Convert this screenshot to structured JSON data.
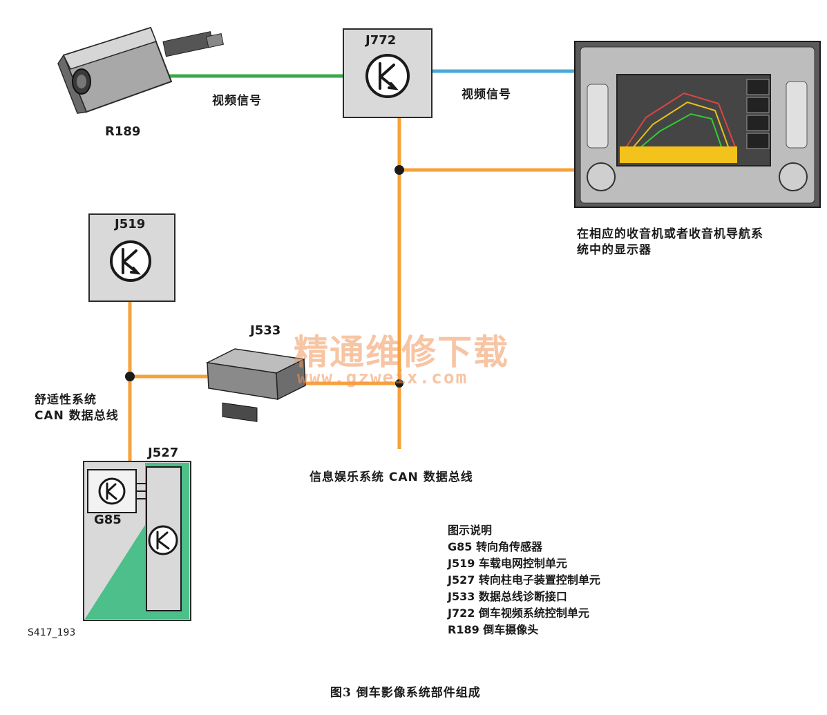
{
  "components": {
    "camera": {
      "code": "R189"
    },
    "video_control": {
      "code": "J772"
    },
    "grid_control": {
      "code": "J519"
    },
    "gateway": {
      "code": "J533"
    },
    "column_control": {
      "code": "J527",
      "sensor_code": "G85"
    }
  },
  "labels": {
    "video_signal_left": "视频信号",
    "video_signal_right": "视频信号",
    "display_caption_line1": "在相应的收音机或者收音机导航系",
    "display_caption_line2": "统中的显示器",
    "comfort_can_line1": "舒适性系统",
    "comfort_can_line2": "CAN 数据总线",
    "infotainment_can": "信息娱乐系统 CAN 数据总线"
  },
  "legend": {
    "title": "图示说明",
    "items": [
      "G85 转向角传感器",
      "J519 车载电网控制单元",
      "J527 转向柱电子装置控制单元",
      "J533 数据总线诊断接口",
      "J722 倒车视频系统控制单元",
      "R189 倒车摄像头"
    ]
  },
  "watermark": {
    "line1": "精通维修下载",
    "line2": "www.gzweix.com"
  },
  "figure_ref": "S417_193",
  "caption": "图3  倒车影像系统部件组成",
  "colors": {
    "can_bus": "#f5a23a",
    "video_green": "#3aa84a",
    "video_blue": "#4aa8d8",
    "box_fill": "#d9d9d9",
    "column_green": "#4dbf8a"
  }
}
